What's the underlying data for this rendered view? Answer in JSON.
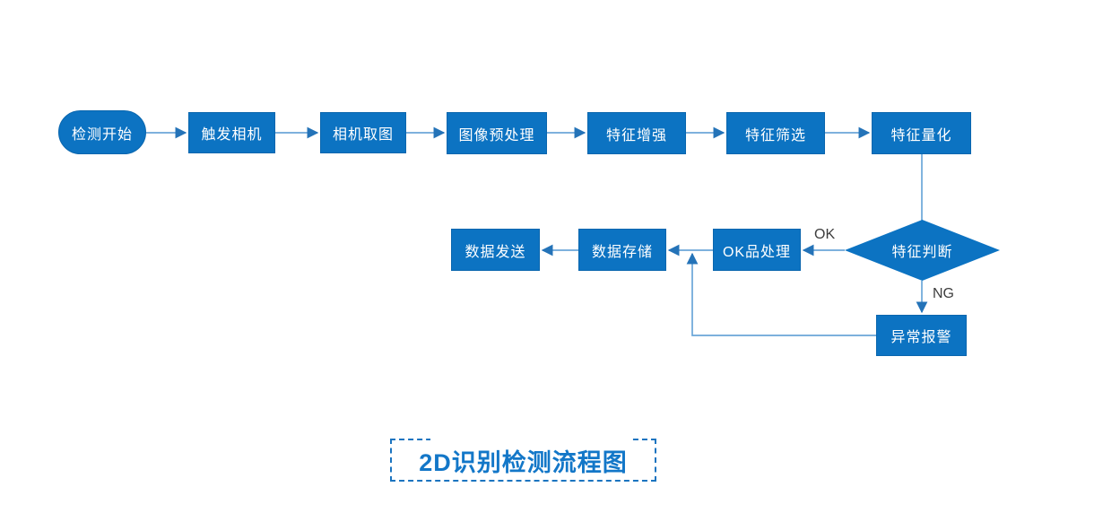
{
  "diagram": {
    "title": "2D识别检测流程图",
    "nodes": [
      {
        "id": "start",
        "label": "检测开始",
        "shape": "stadium"
      },
      {
        "id": "trigger-camera",
        "label": "触发相机",
        "shape": "rect"
      },
      {
        "id": "camera-capture",
        "label": "相机取图",
        "shape": "rect"
      },
      {
        "id": "image-preprocess",
        "label": "图像预处理",
        "shape": "rect"
      },
      {
        "id": "feature-enhance",
        "label": "特征增强",
        "shape": "rect"
      },
      {
        "id": "feature-filter",
        "label": "特征筛选",
        "shape": "rect"
      },
      {
        "id": "feature-quantify",
        "label": "特征量化",
        "shape": "rect"
      },
      {
        "id": "feature-judge",
        "label": "特征判断",
        "shape": "diamond"
      },
      {
        "id": "ok-handle",
        "label": "OK品处理",
        "shape": "rect"
      },
      {
        "id": "data-store",
        "label": "数据存储",
        "shape": "rect"
      },
      {
        "id": "data-send",
        "label": "数据发送",
        "shape": "rect"
      },
      {
        "id": "alarm",
        "label": "异常报警",
        "shape": "rect"
      }
    ],
    "branch_labels": {
      "ok": "OK",
      "ng": "NG"
    },
    "colors": {
      "node_fill": "#0c73c2",
      "node_text": "#ffffff",
      "connector_line": "#6ba6d8",
      "arrowhead": "#2473b8",
      "title_text": "#1377c8",
      "title_border": "#1b74c0",
      "branch_label_text": "#3d3d3d"
    }
  }
}
